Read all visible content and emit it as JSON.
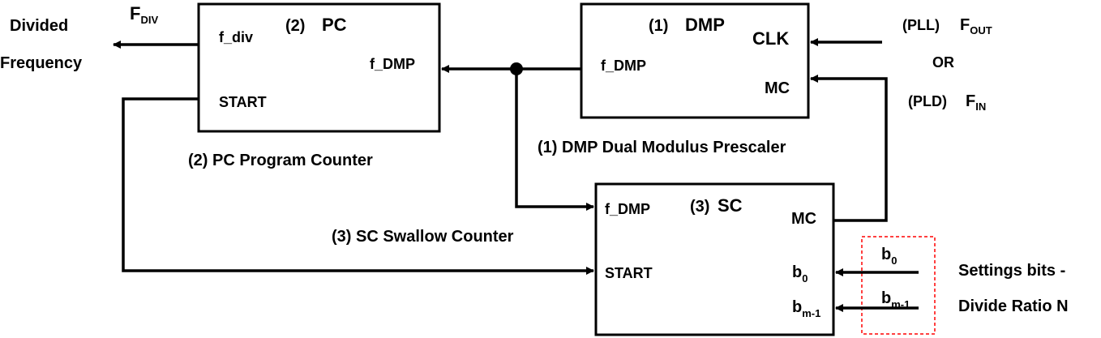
{
  "output": {
    "line1": "Divided",
    "line2": "Frequency",
    "signal_main": "F",
    "signal_sub": "DIV"
  },
  "pc": {
    "number": "(2)",
    "name": "PC",
    "port_fdiv": "f_div",
    "port_fdmp": "f_DMP",
    "port_start": "START",
    "caption": "(2)  PC Program Counter"
  },
  "dmp": {
    "number": "(1)",
    "name": "DMP",
    "port_fdmp": "f_DMP",
    "port_clk": "CLK",
    "port_mc": "MC",
    "caption": "(1)  DMP Dual Modulus Prescaler"
  },
  "sc": {
    "number": "(3)",
    "name": "SC",
    "port_fdmp": "f_DMP",
    "port_start": "START",
    "port_mc": "MC",
    "port_b0_main": "b",
    "port_b0_sub": "0",
    "port_bm_main": "b",
    "port_bm_sub": "m-1",
    "caption": "(3)  SC Swallow Counter"
  },
  "input": {
    "pll": "(PLL)",
    "fout_main": "F",
    "fout_sub": "OUT",
    "or": "OR",
    "pld": "(PLD)",
    "fin_main": "F",
    "fin_sub": "IN"
  },
  "settings": {
    "line1": "Settings bits -",
    "line2": "Divide Ratio N",
    "b0_main": "b",
    "b0_sub": "0",
    "bm_main": "b",
    "bm_sub": "m-1",
    "box_color": "#ff0000"
  }
}
